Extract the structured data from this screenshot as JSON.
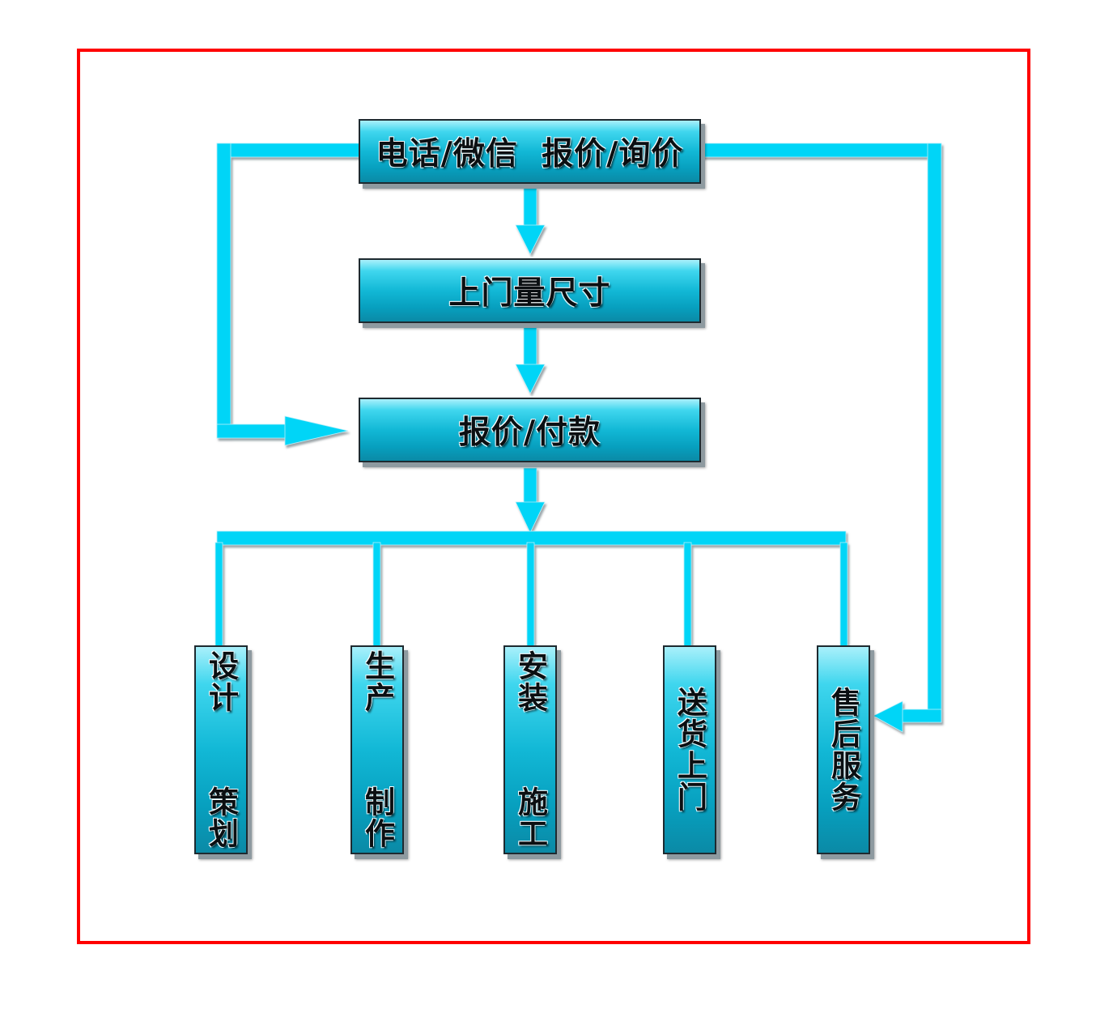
{
  "flow": {
    "step1": "电话/微信  报价/询价",
    "step2": "上门量尺寸",
    "step3": "报价/付款",
    "branches": [
      "设计  策划",
      "生产  制作",
      "安装  施工",
      "送货上门",
      "售后服务"
    ]
  },
  "colors": {
    "frame": "#ff0000",
    "connector": "#00d5f7",
    "box_mid": "#12b8d6"
  }
}
